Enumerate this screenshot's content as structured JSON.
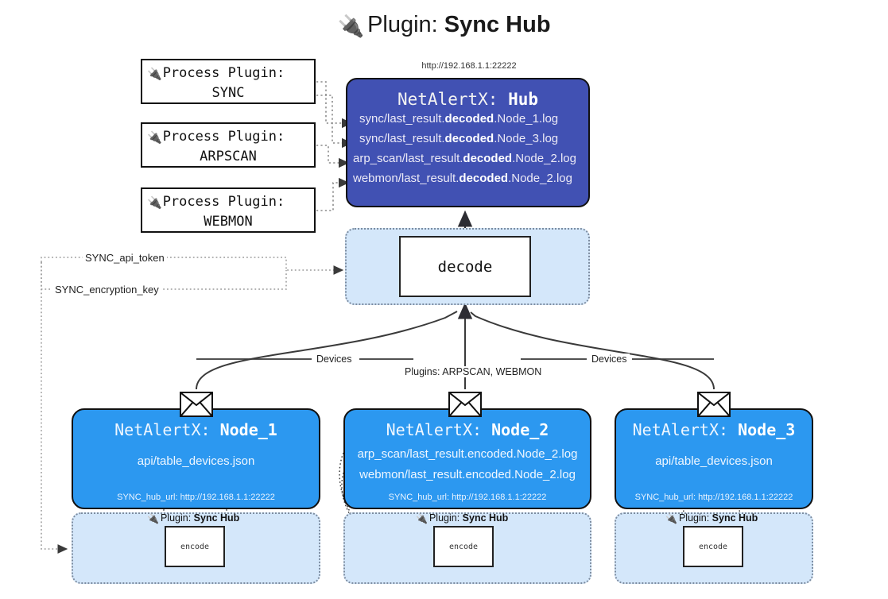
{
  "title": {
    "prefix": "Plugin: ",
    "name": "Sync Hub",
    "icon": "plug-icon"
  },
  "hub": {
    "url": "http://192.168.1.1:22222",
    "label_prefix": "NetAlertX: ",
    "label_name": "Hub",
    "color": "#4151b3",
    "logs": [
      {
        "pre": "sync/last_result.",
        "bold": "decoded",
        "post": ".Node_1.log"
      },
      {
        "pre": "sync/last_result.",
        "bold": "decoded",
        "post": ".Node_3.log"
      },
      {
        "pre": "arp_scan/last_result.",
        "bold": "decoded",
        "post": ".Node_2.log"
      },
      {
        "pre": "webmon/last_result.",
        "bold": "decoded",
        "post": ".Node_2.log"
      }
    ]
  },
  "process_plugins": [
    {
      "line1": "Process Plugin:",
      "line2": "SYNC",
      "icon": "plug-icon"
    },
    {
      "line1": "Process Plugin:",
      "line2": "ARPSCAN",
      "icon": "plug-icon"
    },
    {
      "line1": "Process Plugin:",
      "line2": "WEBMON",
      "icon": "plug-icon"
    }
  ],
  "decode": {
    "label": "decode",
    "container_color": "#d4e7fa"
  },
  "keys": {
    "api_token": "SYNC_api_token",
    "encryption_key": "SYNC_encryption_key"
  },
  "edge_labels": {
    "devices_left": "Devices",
    "plugins_middle": "Plugins: ARPSCAN, WEBMON",
    "devices_right": "Devices"
  },
  "nodes": [
    {
      "label_prefix": "NetAlertX: ",
      "label_name": "Node_1",
      "lines": [
        "api/table_devices.json"
      ],
      "hub_url": "SYNC_hub_url: http://192.168.1.1:22222",
      "color": "#2c98f0",
      "envelope_icon": "envelope-icon"
    },
    {
      "label_prefix": "NetAlertX: ",
      "label_name": "Node_2",
      "lines": [
        "arp_scan/last_result.encoded.Node_2.log",
        "webmon/last_result.encoded.Node_2.log"
      ],
      "hub_url": "SYNC_hub_url: http://192.168.1.1:22222",
      "color": "#2c98f0",
      "envelope_icon": "envelope-icon"
    },
    {
      "label_prefix": "NetAlertX: ",
      "label_name": "Node_3",
      "lines": [
        "api/table_devices.json"
      ],
      "hub_url": "SYNC_hub_url: http://192.168.1.1:22222",
      "color": "#2c98f0",
      "envelope_icon": "envelope-icon"
    }
  ],
  "encoders": [
    {
      "plugin_prefix": "Plugin: ",
      "plugin_name": "Sync Hub",
      "box_label": "encode",
      "icon": "plug-icon"
    },
    {
      "plugin_prefix": "Plugin: ",
      "plugin_name": "Sync Hub",
      "box_label": "encode",
      "icon": "plug-icon"
    },
    {
      "plugin_prefix": "Plugin: ",
      "plugin_name": "Sync Hub",
      "box_label": "encode",
      "icon": "plug-icon"
    }
  ]
}
